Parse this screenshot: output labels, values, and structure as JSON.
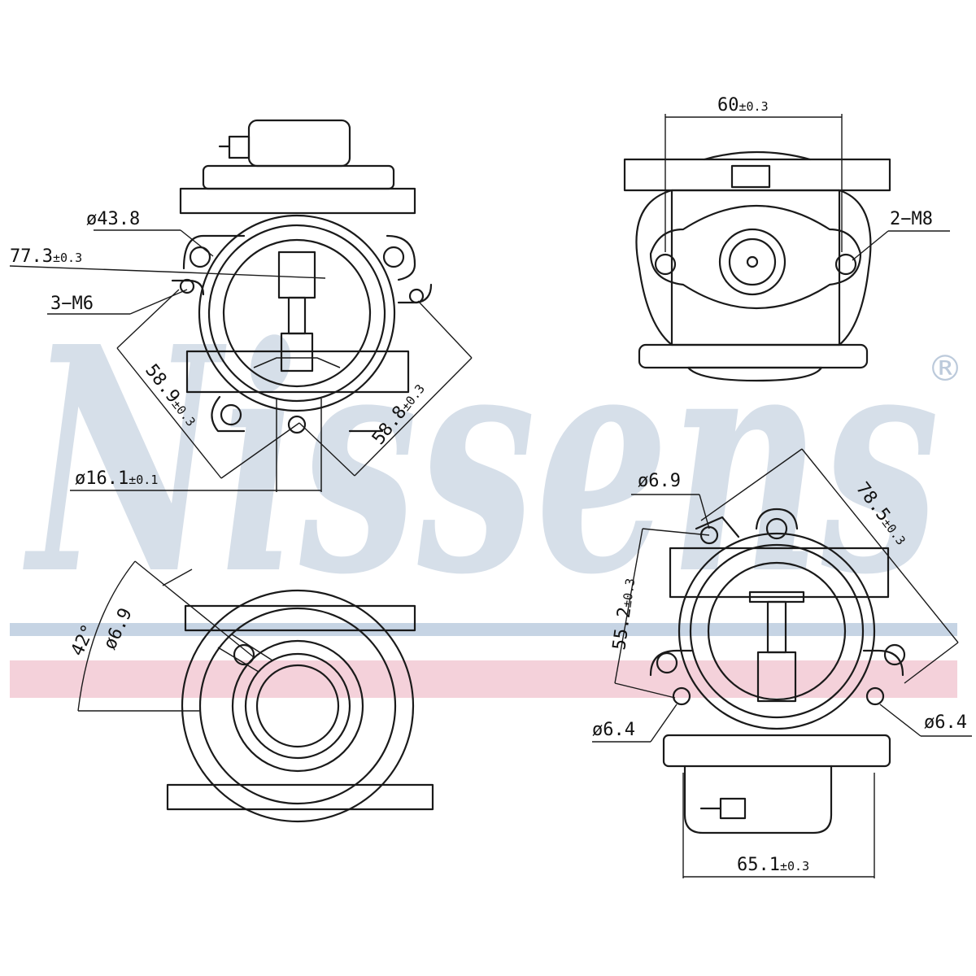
{
  "brand": {
    "watermark": "Nissens",
    "registered": "®",
    "stripe_blue": "#c6d4e4",
    "stripe_red": "#f2c9d3",
    "wordmark_color": "#bccadb"
  },
  "dimensions": {
    "d43_8": {
      "main": "ø43.8",
      "tol": ""
    },
    "d77_3": {
      "main": "77.3",
      "tol": "±0.3"
    },
    "m6": {
      "main": "3−M6",
      "tol": ""
    },
    "d58_9": {
      "main": "58.9",
      "tol": "±0.3"
    },
    "d58_8": {
      "main": "58.8",
      "tol": "±0.3"
    },
    "d16_1": {
      "main": "ø16.1",
      "tol": "±0.1"
    },
    "d60": {
      "main": "60",
      "tol": "±0.3"
    },
    "m8": {
      "main": "2−M8",
      "tol": ""
    },
    "d6_9_r": {
      "main": "ø6.9",
      "tol": ""
    },
    "d78_5": {
      "main": "78.5",
      "tol": "±0.3"
    },
    "d55_2": {
      "main": "55.2",
      "tol": "±0.3"
    },
    "d6_4_l": {
      "main": "ø6.4",
      "tol": ""
    },
    "d6_4_r": {
      "main": "ø6.4",
      "tol": ""
    },
    "d65_1": {
      "main": "65.1",
      "tol": "±0.3"
    },
    "a42": {
      "main": "42°",
      "tol": ""
    },
    "d6_9_b": {
      "main": "ø6.9",
      "tol": ""
    }
  }
}
